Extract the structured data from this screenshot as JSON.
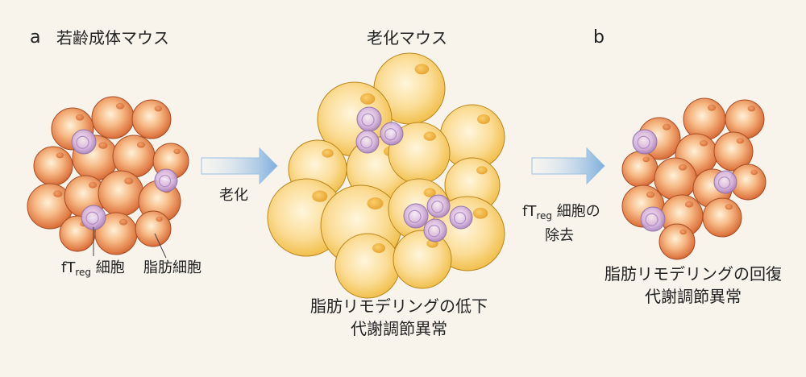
{
  "panel_a": {
    "letter": "a",
    "title": "若齢成体マウス",
    "ftreg_label": {
      "f": "f",
      "T": "T",
      "sub": "reg",
      "rest": " 細胞"
    },
    "adipocyte_label": "脂肪細胞"
  },
  "arrow1": {
    "label": "老化"
  },
  "panel_middle": {
    "title": "老化マウス",
    "caption_line1": "脂肪リモデリングの低下",
    "caption_line2": "代謝調節異常"
  },
  "arrow2": {
    "label_line1": {
      "f": "f",
      "T": "T",
      "sub": "reg",
      "rest": " 細胞の"
    },
    "label_line2": "除去"
  },
  "panel_b": {
    "letter": "b",
    "caption_line1": "脂肪リモデリングの回復",
    "caption_line2": "代謝調節異常"
  },
  "colors": {
    "young_cell": "#e98a55",
    "old_cell": "#f6c85a",
    "treg_cell": "#c9a3d6",
    "arrow": "#8fb6dc",
    "background": "#f8f4ec"
  }
}
